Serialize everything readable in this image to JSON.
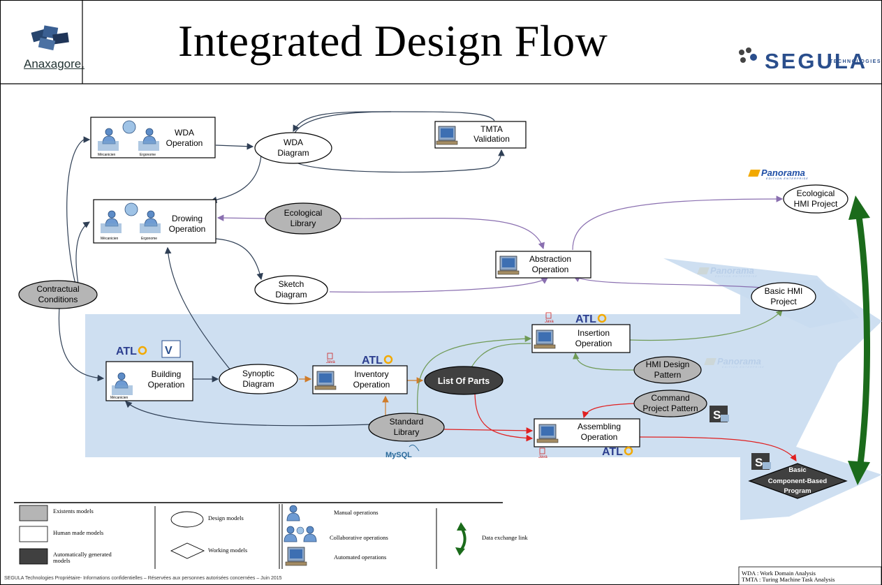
{
  "header": {
    "title": "Integrated Design Flow",
    "left_logo_text": "Anaxagore.",
    "right_logo_text": "SEGULA",
    "right_logo_sub": "TECHNOLOGIES"
  },
  "nodes": {
    "wda_operation": [
      "WDA",
      "Operation"
    ],
    "wda_mecanicien": "Mécanicien",
    "wda_ergonome": "Ergonome",
    "wda_diagram": [
      "WDA",
      "Diagram"
    ],
    "tmta_validation": [
      "TMTA",
      "Validation"
    ],
    "drowing_operation": [
      "Drowing",
      "Operation"
    ],
    "drowing_mecanicien": "Mécanicien",
    "drowing_ergonome": "Ergonome",
    "ecological_library": [
      "Ecological",
      "Library"
    ],
    "ecological_hmi_project": [
      "Ecological",
      "HMI Project"
    ],
    "abstraction_operation": [
      "Abstraction",
      "Operation"
    ],
    "sketch_diagram": [
      "Sketch",
      "Diagram"
    ],
    "contractual_conditions": [
      "Contractual",
      "Conditions"
    ],
    "basic_hmi_project": [
      "Basic HMI",
      "Project"
    ],
    "insertion_operation": [
      "Insertion",
      "Operation"
    ],
    "building_operation": [
      "Building",
      "Operation"
    ],
    "building_mecanicien": "Mécanicien",
    "synoptic_diagram": [
      "Synoptic",
      "Diagram"
    ],
    "inventory_operation": [
      "Inventory",
      "Operation"
    ],
    "list_of_parts": "List Of Parts",
    "hmi_design_pattern": [
      "HMI Design",
      "Pattern"
    ],
    "command_project_pattern": [
      "Command",
      "Project Pattern"
    ],
    "standard_library": [
      "Standard",
      "Library"
    ],
    "assembling_operation": [
      "Assembling",
      "Operation"
    ],
    "basic_component_program": [
      "Basic",
      "Component-Based",
      "Program"
    ]
  },
  "tool_labels": {
    "atl": "ATL",
    "panorama": "Panorama",
    "panorama_sub": "EDITION ENTERPRISE",
    "mysql": "MySQL",
    "java": "Java"
  },
  "legend": {
    "existents": "Existents models",
    "human_made": "Human made models",
    "auto_generated": [
      "Automatically generated",
      "models"
    ],
    "design_models": "Design models",
    "working_models": "Working models",
    "manual_ops": "Manual operations",
    "collab_ops": "Collaborative operations",
    "auto_ops": "Automated operations",
    "data_exchange": "Data exchange link"
  },
  "footer": "SEGULA Technologies Propriétaire- Informations confidentielles – Réservées aux personnes autorisées concernées – Juin 2015",
  "abbreviations": [
    "WDA : Work Domain Analysis",
    "TMTA : Turing Machine Task Analysis"
  ],
  "colors": {
    "dark_arrow": "#2f3f55",
    "purple_arrow": "#8a6fb0",
    "green_arrow": "#6f9a55",
    "orange_arrow": "#d07c2a",
    "red_arrow": "#e02020",
    "big_arrow": "#1b6b1b",
    "band": "#c9dcf0"
  }
}
